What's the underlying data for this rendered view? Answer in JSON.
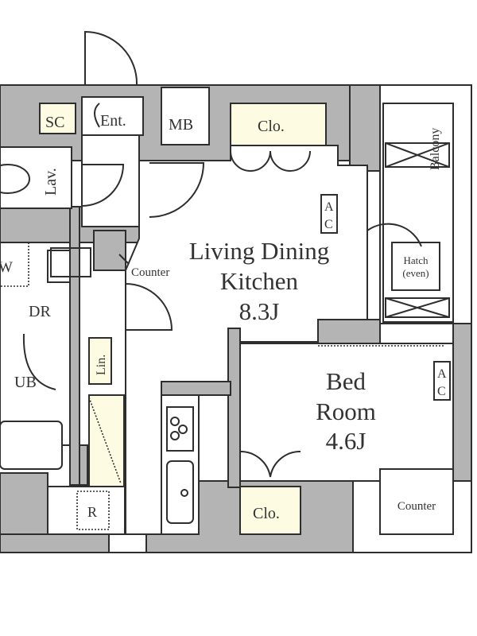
{
  "plan": {
    "entrance": {
      "sc": "SC",
      "ent": "Ent."
    },
    "mb": "MB",
    "closet_top": "Clo.",
    "lavatory": "Lav.",
    "balcony": "Balcony",
    "ac_ldk": [
      "A",
      "C"
    ],
    "ldk": {
      "line1": "Living Dining",
      "line2": "Kitchen",
      "size": "8.3J"
    },
    "counter_left": "Counter",
    "hatch": {
      "line1": "Hatch",
      "line2": "(even)"
    },
    "washer": "W",
    "dressing_room": "DR",
    "linen": "Lin.",
    "unit_bath": "UB",
    "bedroom": {
      "line1": "Bed",
      "line2": "Room",
      "size": "4.6J"
    },
    "ac_bed": [
      "A",
      "C"
    ],
    "closet_bottom": "Clo.",
    "refrigerator": "R",
    "counter_right": "Counter"
  },
  "colors": {
    "wall": "#b4b4b4",
    "storage": "#fdfbe2",
    "line": "#2e2e2e"
  }
}
